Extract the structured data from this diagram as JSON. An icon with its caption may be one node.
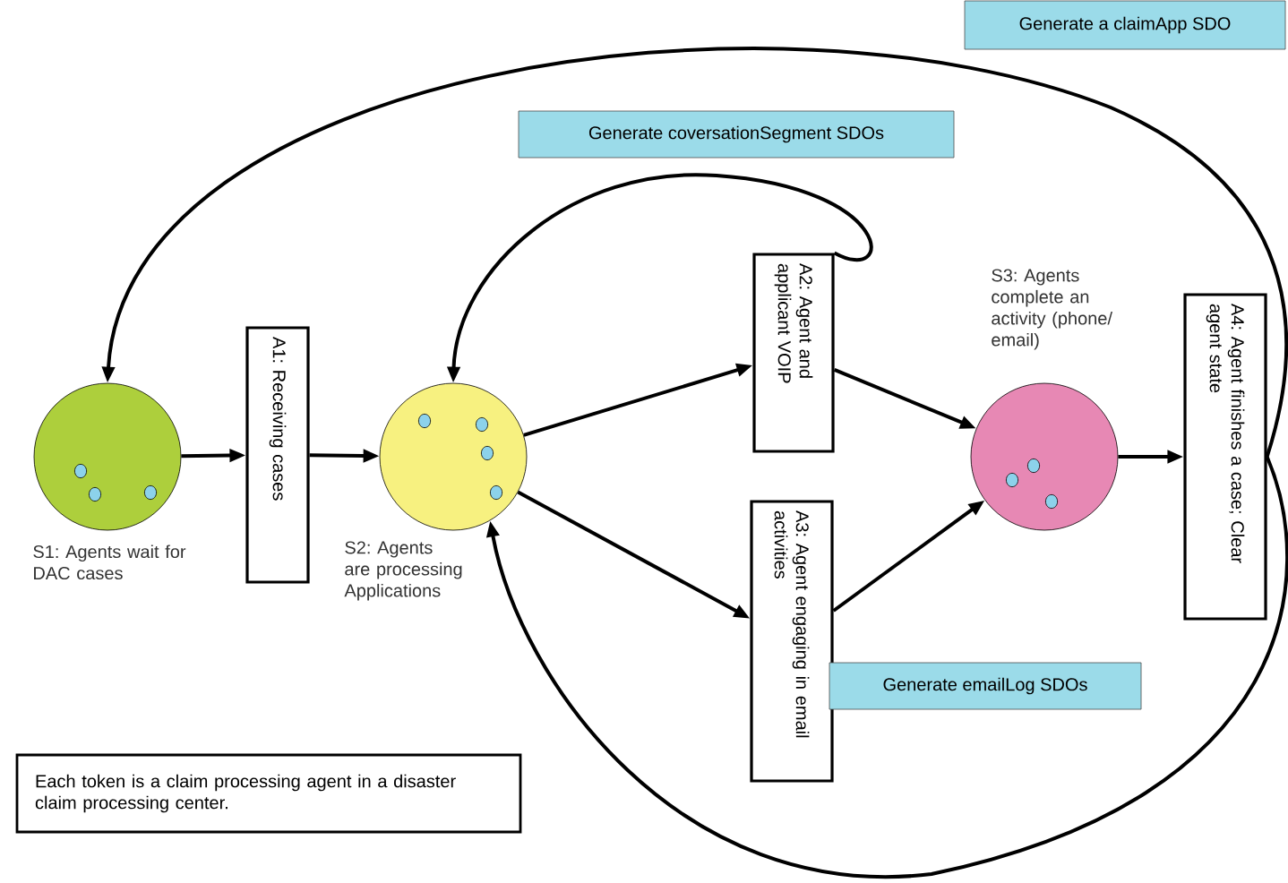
{
  "diagram": {
    "nodes": [
      {
        "text": [],
        "shape": "circle",
        "beside": [
          "S1: Agents wait for DAC cases"
        ]
      },
      {
        "text": [
          "A1: Receiving cases"
        ]
      },
      {
        "text": [],
        "shape": "circle",
        "beside": [
          "S2: Agents are processing Applications"
        ]
      },
      {
        "text": [
          "A2: Agent and applicant VOIP"
        ]
      },
      {
        "text": [
          "A3: Agent engaging in email activities"
        ]
      },
      {
        "text": [],
        "shape": "circle",
        "beside": [
          "S3: Agents complete an activity (phone/ email)"
        ]
      },
      {
        "text": [
          "A4: Agent finishes a case; Clear agent state"
        ]
      },
      {
        "text": [
          "Generate a claimApp SDO"
        ]
      },
      {
        "text": [
          "Generate coversationSegment SDOs"
        ]
      },
      {
        "text": [
          "Generate emailLog SDOs"
        ]
      },
      {
        "text": [
          "Each token is a claim processing agent in a disaster claim processing center."
        ]
      }
    ],
    "edges": [
      {
        "from": 0,
        "to": 1,
        "arrow": "to"
      },
      {
        "from": 1,
        "to": 2,
        "arrow": "to"
      },
      {
        "from": 2,
        "to": 3,
        "arrow": "to"
      },
      {
        "from": 2,
        "to": 4,
        "arrow": "to"
      },
      {
        "from": 3,
        "to": 5,
        "arrow": "to"
      },
      {
        "from": 4,
        "to": 5,
        "arrow": "to"
      },
      {
        "from": 5,
        "to": 6,
        "arrow": "to"
      },
      {
        "from": 3,
        "to": 2,
        "arrow": "to"
      },
      {
        "from": 6,
        "to": 0,
        "arrow": "to"
      },
      {
        "from": 6,
        "to": 2,
        "arrow": "to"
      }
    ]
  }
}
